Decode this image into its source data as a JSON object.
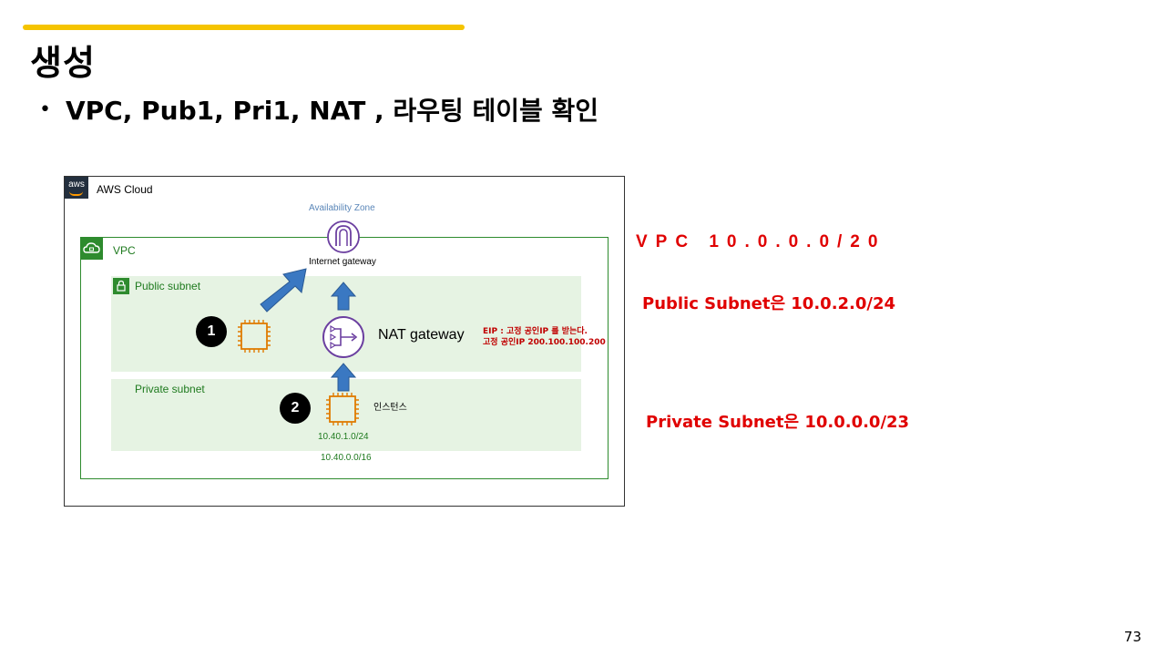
{
  "slide": {
    "title": "생성",
    "bullet": "VPC, Pub1, Pri1, NAT , 라우팅 테이블 확인",
    "page_number": "73"
  },
  "diagram": {
    "aws_logo_text": "aws",
    "cloud_label": "AWS Cloud",
    "az_label": "Availability Zone",
    "vpc_label": "VPC",
    "public_subnet_label": "Public subnet",
    "private_subnet_label": "Private subnet",
    "igw_label": "Internet gateway",
    "nat_label": "NAT gateway",
    "eip_note_line1": "EIP : 고정 공인IP 를 받는다.",
    "eip_note_line2": "고정 공인IP 200.100.100.200",
    "instance_label": "인스턴스",
    "private_cidr": "10.40.1.0/24",
    "vpc_cidr": "10.40.0.0/16",
    "badge_1": "1",
    "badge_2": "2"
  },
  "notes": {
    "vpc": "VPC  10.0.0.0/20",
    "public": "Public Subnet은 10.0.2.0/24",
    "private": "Private Subnet은 10.0.0.0/23"
  },
  "colors": {
    "accent": "#f5c400",
    "note_red": "#e00000",
    "subnet_green": "#2e8b2e",
    "arrow_blue": "#3a78c2",
    "ec2_orange": "#e07b00",
    "gateway_purple": "#6b3fa0"
  },
  "icons": [
    "aws-logo",
    "cloud-vpc-icon",
    "lock-icon",
    "internet-gateway-icon",
    "nat-gateway-icon",
    "ec2-instance-icon",
    "arrow-up-icon"
  ]
}
